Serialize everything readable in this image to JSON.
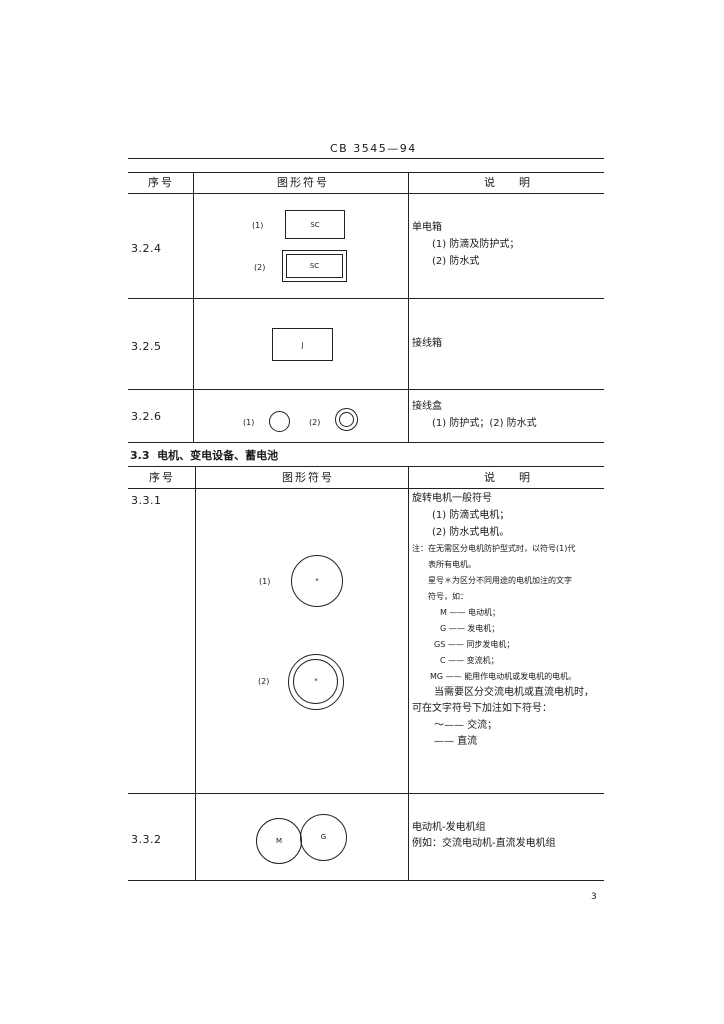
{
  "header": {
    "doc_code": "CB 3545—94"
  },
  "table1": {
    "col_headers": {
      "seq": "序号",
      "symbol": "图形符号",
      "desc": "说    明"
    },
    "rows": [
      {
        "code": "3.2.4",
        "marks": [
          "(1)",
          "(2)"
        ],
        "symbol_labels": [
          "SC",
          "SC"
        ],
        "desc_title": "单电箱",
        "desc_items": [
          "(1) 防滴及防护式；",
          "(2) 防水式"
        ]
      },
      {
        "code": "3.2.5",
        "symbol_labels": [
          "J"
        ],
        "desc_title": "接线箱"
      },
      {
        "code": "3.2.6",
        "marks": [
          "(1)",
          "(2)"
        ],
        "desc_title": "接线盒",
        "desc_items": [
          "(1) 防护式；(2) 防水式"
        ]
      }
    ]
  },
  "section33": {
    "title": "3.3  电机、变电设备、蓄电池"
  },
  "table2": {
    "col_headers": {
      "seq": "序号",
      "symbol": "图形符号",
      "desc": "说    明"
    },
    "rows": [
      {
        "code": "3.3.1",
        "marks": [
          "(1)",
          "(2)"
        ],
        "symbol_labels": [
          "*",
          "*"
        ],
        "desc_lines": [
          "旋转电机一般符号",
          "(1) 防滴式电机；",
          "(2) 防水式电机。",
          "注：在无需区分电机防护型式时，以符号(1)代",
          "表所有电机。",
          "星号＊为区分不同用途的电机加注的文字",
          "符号，如：",
          "M —— 电动机；",
          "G —— 发电机；",
          "GS —— 同步发电机；",
          "C —— 变流机；",
          "MG —— 能用作电动机或发电机的电机。",
          "当需要区分交流电机或直流电机时，",
          "可在文字符号下加注如下符号：",
          "～—— 交流；",
          "—— 直流"
        ]
      },
      {
        "code": "3.3.2",
        "symbol_labels": [
          "M",
          "G"
        ],
        "desc_lines": [
          "电动机-发电机组",
          "例如：交流电动机-直流发电机组"
        ]
      }
    ]
  },
  "footer": {
    "page_number": "3"
  }
}
